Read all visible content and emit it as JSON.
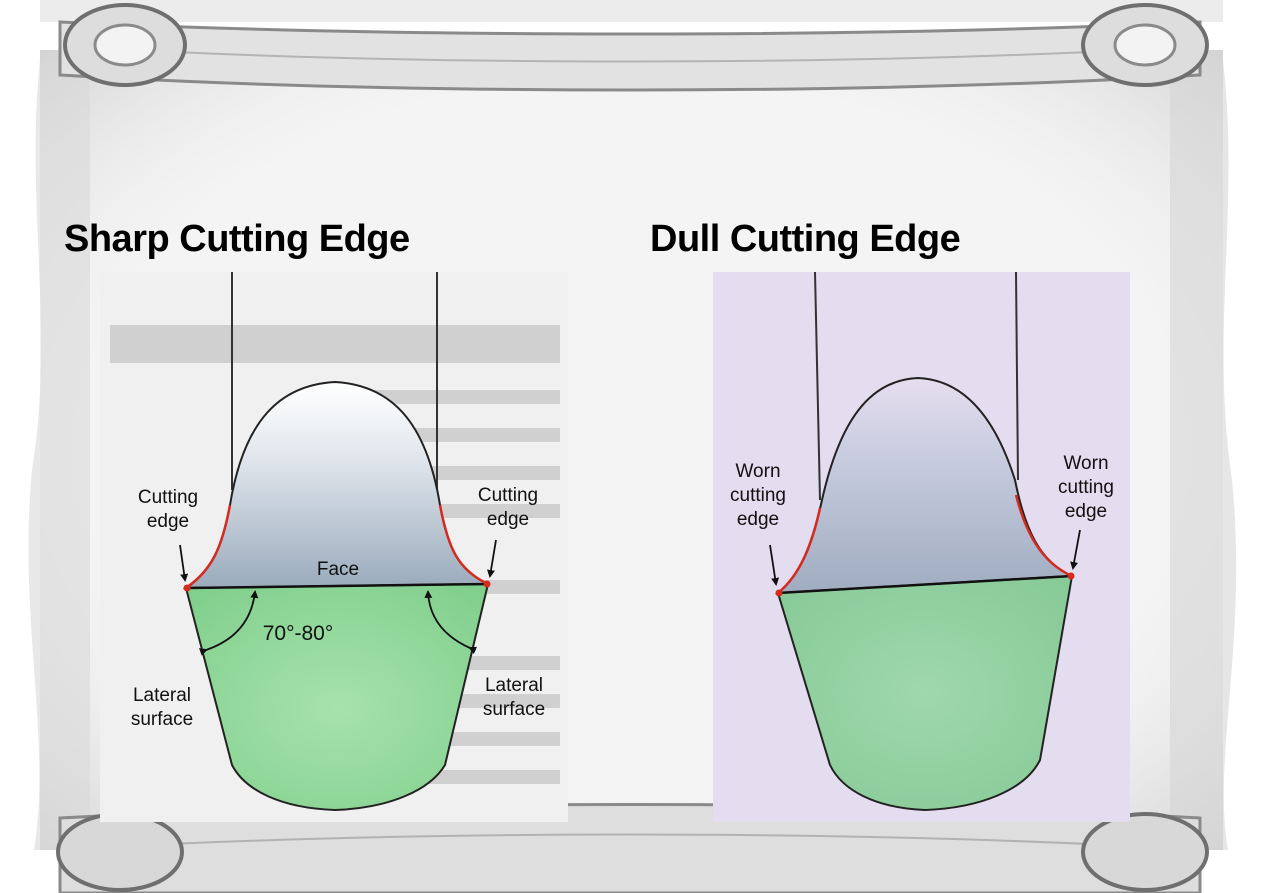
{
  "titles": {
    "sharp": "Sharp Cutting Edge",
    "dull": "Dull Cutting Edge"
  },
  "sharp_panel": {
    "left_edge_label": [
      "Cutting",
      "edge"
    ],
    "right_edge_label": [
      "Cutting",
      "edge"
    ],
    "face_label": "Face",
    "angle_label": "70°-80°",
    "left_surface_label": [
      "Lateral",
      "surface"
    ],
    "right_surface_label": [
      "Lateral",
      "surface"
    ]
  },
  "dull_panel": {
    "left_edge_label": [
      "Worn",
      "cutting",
      "edge"
    ],
    "right_edge_label": [
      "Worn",
      "cutting",
      "edge"
    ]
  },
  "colors": {
    "blade_green": "#8fd69a",
    "edge_red": "#d42a1f",
    "face_blue": "#9aabbc",
    "dull_bg": "#e4dcef"
  }
}
